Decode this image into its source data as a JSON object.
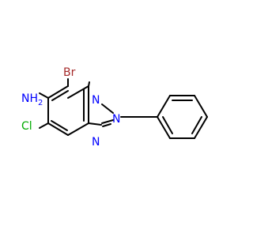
{
  "molecule": {
    "atoms": {
      "br": {
        "label": "Br",
        "color": "#a52a2a"
      },
      "nh2": {
        "label": "NH",
        "sub": "2",
        "color": "#0000ff"
      },
      "cl": {
        "label": "Cl",
        "color": "#00aa00"
      },
      "n1": {
        "label": "N",
        "color": "#0000ff"
      },
      "n2": {
        "label": "N",
        "color": "#0000ff"
      },
      "n3": {
        "label": "N",
        "color": "#0000ff"
      }
    }
  }
}
